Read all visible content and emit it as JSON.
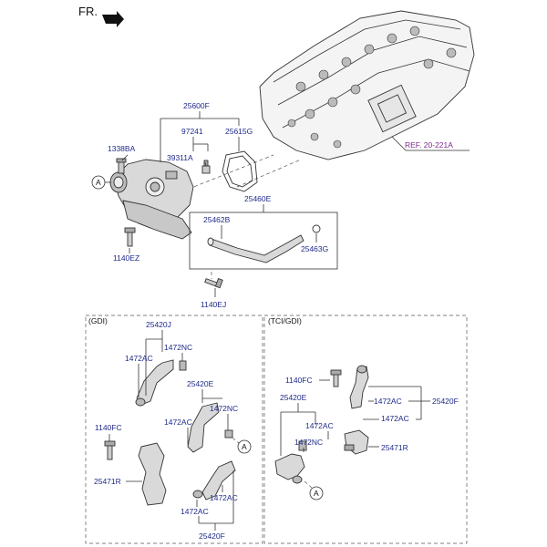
{
  "header": {
    "direction_label": "FR."
  },
  "reference": {
    "label": "REF. 20-221A",
    "color": "#7a2a8a"
  },
  "callout_marker": "A",
  "sections": {
    "gdi": "(GDI)",
    "tci_gdi": "(TCI/GDI)"
  },
  "top_labels": {
    "assembly": "25600F",
    "sensor": "97241",
    "gasket": "25615G",
    "stud": "1338BA",
    "plug": "39311A",
    "pipe_assembly": "25460E",
    "pipe_hose": "25462B",
    "oring": "25463G",
    "bolt_left": "1140EZ",
    "bolt_bottom": "1140EJ"
  },
  "gdi_labels": {
    "hose_top": "25420J",
    "clamp_a": "1472NC",
    "clamp_b": "1472AC",
    "hose_mid": "25420E",
    "clamp_c": "1472NC",
    "clamp_d": "1472AC",
    "bolt": "1140FC",
    "bracket": "25471R",
    "clamp_e": "1472AC",
    "clamp_f": "1472AC",
    "hose_bottom": "25420F"
  },
  "tci_labels": {
    "bolt": "1140FC",
    "hose_left": "25420E",
    "clamp_a": "1472AC",
    "hose_right": "25420F",
    "clamp_b": "1472AC",
    "clamp_c": "1472AC",
    "clamp_d": "1472NC",
    "bracket": "25471R"
  }
}
